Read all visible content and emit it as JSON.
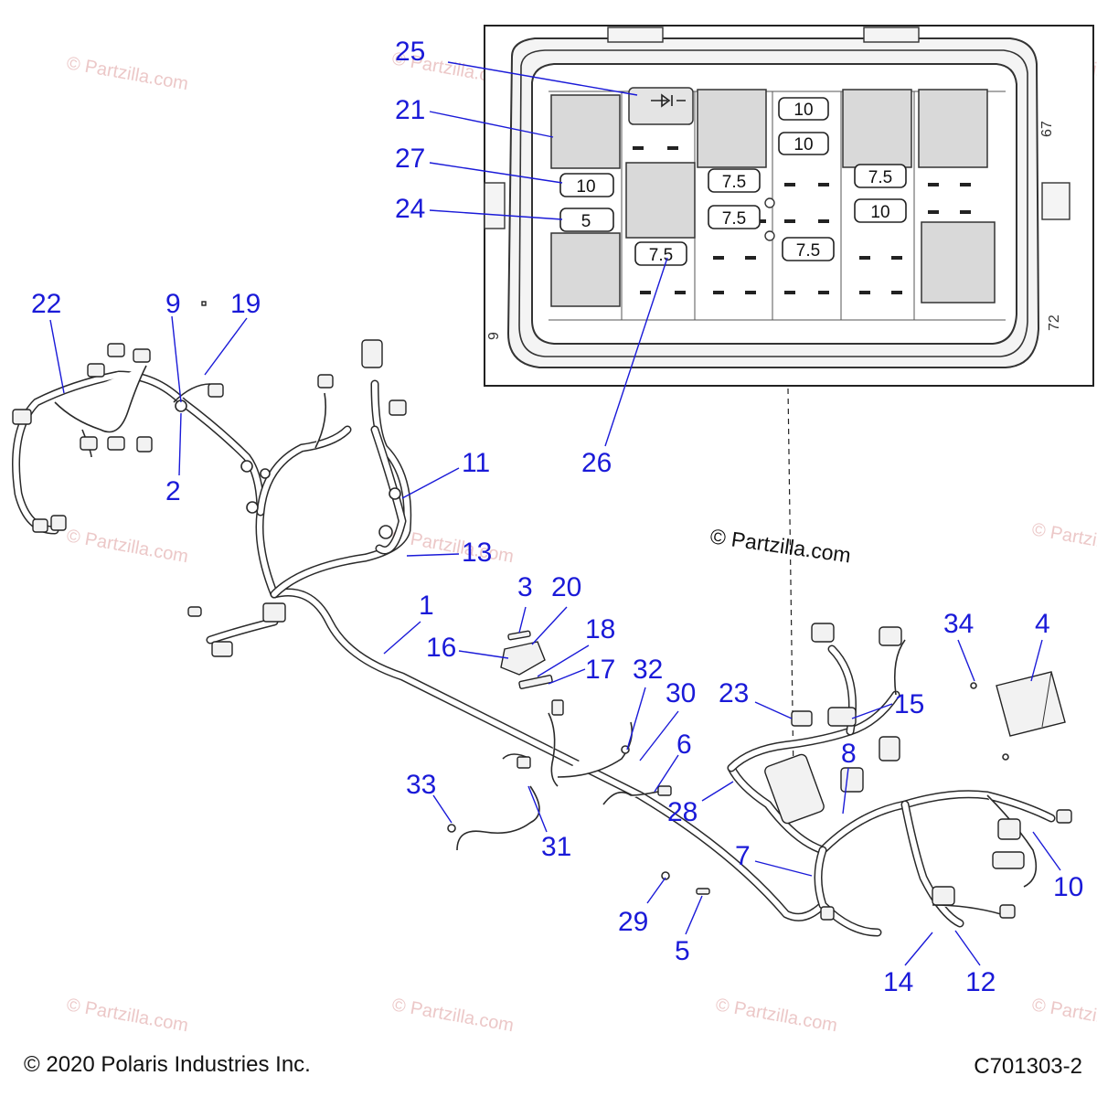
{
  "callouts": {
    "c1": "1",
    "c2": "2",
    "c3": "3",
    "c4": "4",
    "c5": "5",
    "c6": "6",
    "c7": "7",
    "c8": "8",
    "c9": "9",
    "c10": "10",
    "c11": "11",
    "c12": "12",
    "c13": "13",
    "c14": "14",
    "c15": "15",
    "c16": "16",
    "c17": "17",
    "c18": "18",
    "c19": "19",
    "c20": "20",
    "c21": "21",
    "c22": "22",
    "c23": "23",
    "c24": "24",
    "c25": "25",
    "c26": "26",
    "c27": "27",
    "c28": "28",
    "c29": "29",
    "c30": "30",
    "c31": "31",
    "c32": "32",
    "c33": "33",
    "c34": "34"
  },
  "fuses": {
    "f10a": "10",
    "f10b": "10",
    "f10c": "10",
    "f5": "5",
    "f75a": "7.5",
    "f75b": "7.5",
    "f75c": "7.5",
    "f75d": "7.5",
    "f10d": "10",
    "f75e": "7.5"
  },
  "fuse_box_numbers": {
    "n67": "67",
    "n72": "72",
    "n9": "9"
  },
  "watermark": "© Partzilla.com",
  "watermark_center": "© Partzilla.com",
  "copyright": "© 2020 Polaris Industries Inc.",
  "diagram_code": "C701303-2"
}
